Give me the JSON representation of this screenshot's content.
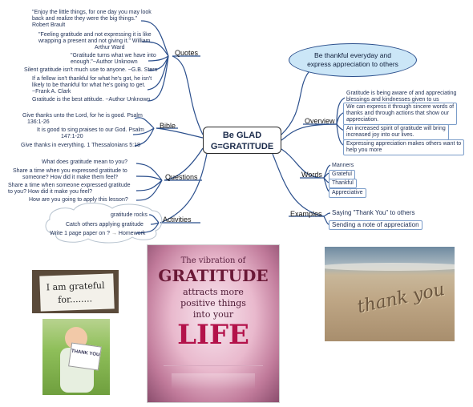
{
  "center": {
    "line1": "Be GLAD",
    "line2": "G=GRATITUDE"
  },
  "callout": {
    "line1": "Be thankful everyday and",
    "line2": "express appreciation to others"
  },
  "branches": {
    "quotes": "Quotes",
    "bible": "Bible",
    "questions": "Questions",
    "activities": "Activities",
    "overview": "Overview",
    "words": "Words",
    "examples": "Examples"
  },
  "quotes": [
    {
      "l1": "\"Enjoy the little things, for one day you may look",
      "l2": "back and realize they were the big things.\"",
      "l3": "Robert Brault"
    },
    {
      "l1": "\"Feeling gratitude and not expressing it is like",
      "l2": "wrapping a present and not giving it.\" William",
      "l3": "Arthur Ward"
    },
    {
      "l1": "\"Gratitude turns what we have into",
      "l2": "enough.\"~Author Unknown"
    },
    {
      "l1": "Silent gratitude isn't much use to anyone. ~G.B. Stern"
    },
    {
      "l1": "If a fellow isn't thankful for what he's got, he isn't",
      "l2": "likely to be thankful for what he's going to get.",
      "l3": "~Frank A. Clark"
    },
    {
      "l1": "Gratitude is the best attitude. ~Author Unknown"
    }
  ],
  "bible": [
    {
      "l1": "Give thanks unto the Lord, for he is good. Psalm",
      "l2": "136:1-26"
    },
    {
      "l1": "It is good to sing praises to our God. Psalm",
      "l2": "147:1-20"
    },
    {
      "l1": "Give thanks in everything.  1 Thessalonians 5:18"
    }
  ],
  "questions": [
    {
      "l1": "What does gratitude mean to you?"
    },
    {
      "l1": "Share a time when you expressed gratitude to",
      "l2": "someone? How did it make them feel?"
    },
    {
      "l1": "Share a time when someone expressed gratitude",
      "l2": "to you? How did it make you feel?"
    },
    {
      "l1": "How are you going to apply this lesson?"
    }
  ],
  "activities": [
    {
      "l1": "gratitude rocks"
    },
    {
      "l1": "Catch others applying gratitude"
    },
    {
      "l1": "Write 1 page paper on ?"
    }
  ],
  "activities_link": "Homework",
  "overview": [
    {
      "l1": "Gratitude is being aware of and appreciating",
      "l2": "blessings and kindnesses given to us"
    },
    {
      "l1": "We can express it through sincere words of",
      "l2": "thanks and through actions that show our",
      "l3": "appreciation."
    },
    {
      "l1": "An increased spirit of gratitude will bring",
      "l2": "increased joy into our lives."
    },
    {
      "l1": "Expressing appreciation makes others want to",
      "l2": "help you more"
    }
  ],
  "words": [
    "Manners",
    "Grateful",
    "Thankful",
    "Appreciative"
  ],
  "examples": [
    "Saying \"Thank You\" to others",
    "Sending a note of appreciation"
  ],
  "images": {
    "note_text1": "I am grateful",
    "note_text2": "for........",
    "kid_sign": "THANK YOU",
    "poster": {
      "l1": "The vibration of",
      "l2": "GRATITUDE",
      "l3": "attracts more",
      "l4": "positive things",
      "l5": "into your",
      "l6": "LIFE"
    },
    "beach_text": "thank you"
  }
}
